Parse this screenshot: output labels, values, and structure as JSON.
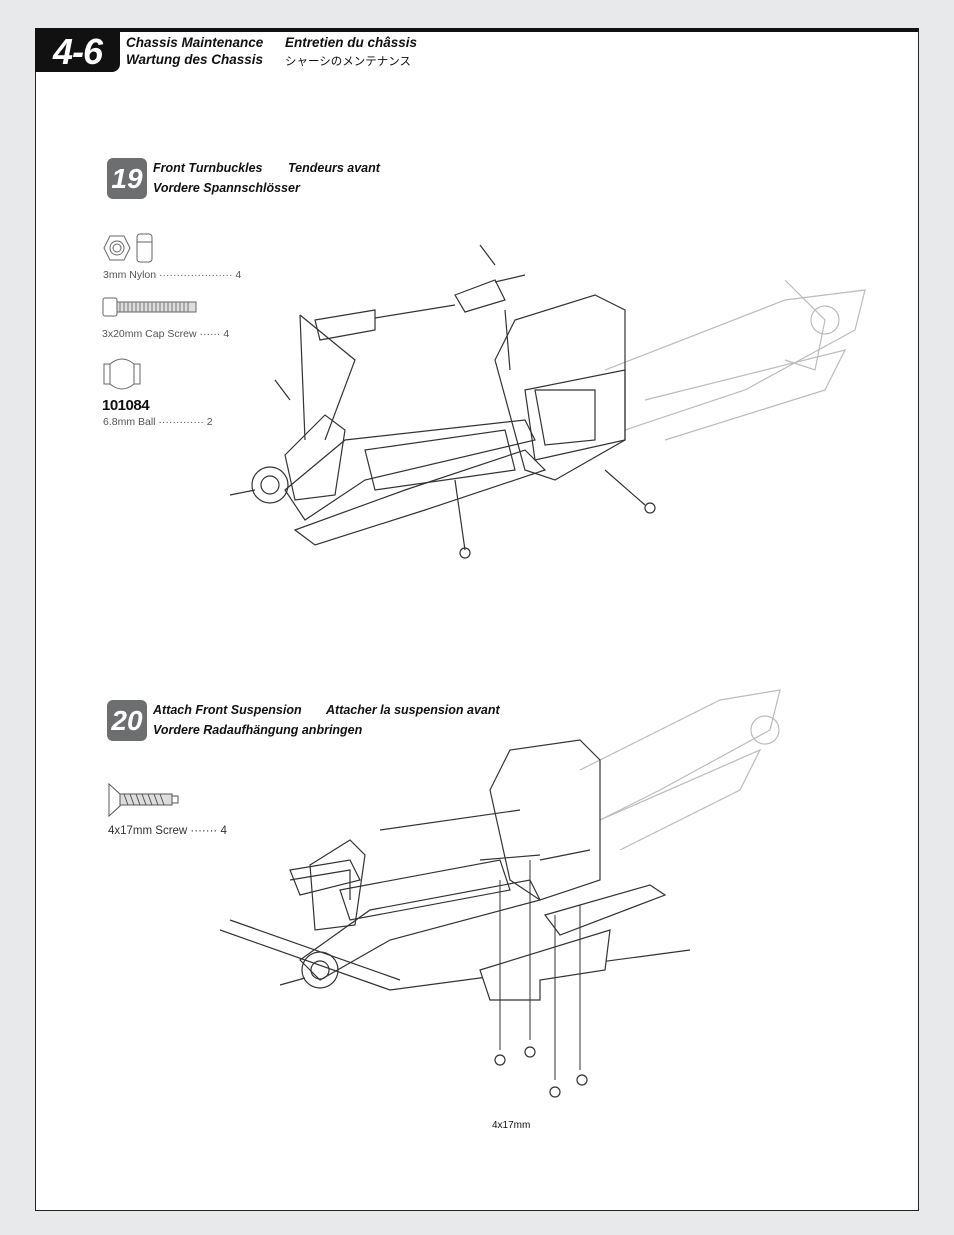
{
  "header": {
    "section_number": "4-6",
    "title_en": "Chassis Maintenance",
    "title_fr": "Entretien du châssis",
    "title_de": "Wartung des Chassis",
    "title_jp": "シャーシのメンテナンス"
  },
  "steps": [
    {
      "number": "19",
      "title_en": "Front Turnbuckles",
      "title_fr": "Tendeurs avant",
      "title_de": "Vordere Spannschlösser",
      "parts": [
        {
          "label": "3mm Nylon ····················· 4",
          "icon": "nylon-nut-icon"
        },
        {
          "label": "3x20mm Cap Screw ······ 4",
          "icon": "cap-screw-icon"
        },
        {
          "part_no": "101084",
          "label": "6.8mm Ball ············· 2",
          "icon": "ball-icon"
        }
      ]
    },
    {
      "number": "20",
      "title_en": "Attach Front Suspension",
      "title_fr": "Attacher la suspension avant",
      "title_de": "Vordere Radaufhängung anbringen",
      "parts": [
        {
          "label": "4x17mm  Screw ······· 4",
          "icon": "flat-head-screw-icon"
        }
      ],
      "callout": "4x17mm"
    }
  ]
}
